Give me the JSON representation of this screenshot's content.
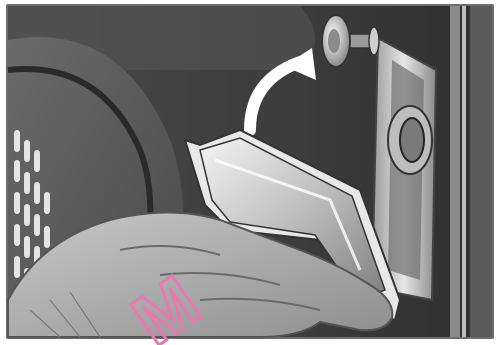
{
  "illustration": {
    "subject": "hand-lifting-hinged-bracket-onto-mounting-stud",
    "direction": "upward-arrow-toward-stud"
  },
  "watermark": {
    "text": "M",
    "color": "#e879b0"
  },
  "colors": {
    "frame": "#6a6a6a",
    "background_dark": "#3f3f3f",
    "oven_face": "#5e5e5e",
    "arrow": "#ffffff",
    "hand": "#b5b5b5",
    "bracket": "#cfcfcf"
  }
}
